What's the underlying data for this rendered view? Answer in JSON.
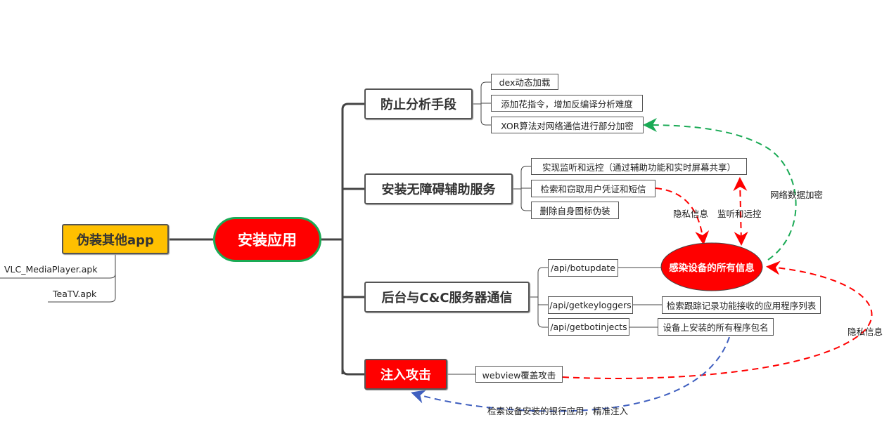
{
  "root": {
    "label": "安装应用"
  },
  "disguise": {
    "label": "伪装其他app",
    "items": [
      "VLC_MediaPlayer.apk",
      "TeaTV.apk"
    ]
  },
  "branches": {
    "anti_analysis": {
      "label": "防止分析手段",
      "items": [
        "dex动态加载",
        "添加花指令，增加反编译分析难度",
        "XOR算法对网络通信进行部分加密"
      ]
    },
    "accessibility": {
      "label": "安装无障碍辅助服务",
      "items": [
        "实现监听和远控（通过辅助功能和实时屏幕共享）",
        "检索和窃取用户凭证和短信",
        "删除自身图标伪装"
      ]
    },
    "cnc": {
      "label": "后台与C&C服务器通信",
      "items": [
        "/api/botupdate",
        "/api/getkeyloggers",
        "/api/getbotinjects"
      ],
      "details": [
        "检索跟踪记录功能接收的应用程序列表",
        "设备上安装的所有程序包名"
      ]
    },
    "injection": {
      "label": "注入攻击",
      "items": [
        "webview覆盖攻击"
      ]
    }
  },
  "infected_info": {
    "label": "感染设备的所有信息"
  },
  "relations": {
    "privacy_1": "隐私信息",
    "monitor": "监听和远控",
    "encryption": "网络数据加密",
    "privacy_2": "隐私信息",
    "bank_inject": "检索设备安装的银行应用，精准注入"
  },
  "colors": {
    "red": "#ff0000",
    "green": "#1aaa55",
    "yellow": "#ffc000",
    "blue": "#3f5fbf"
  }
}
